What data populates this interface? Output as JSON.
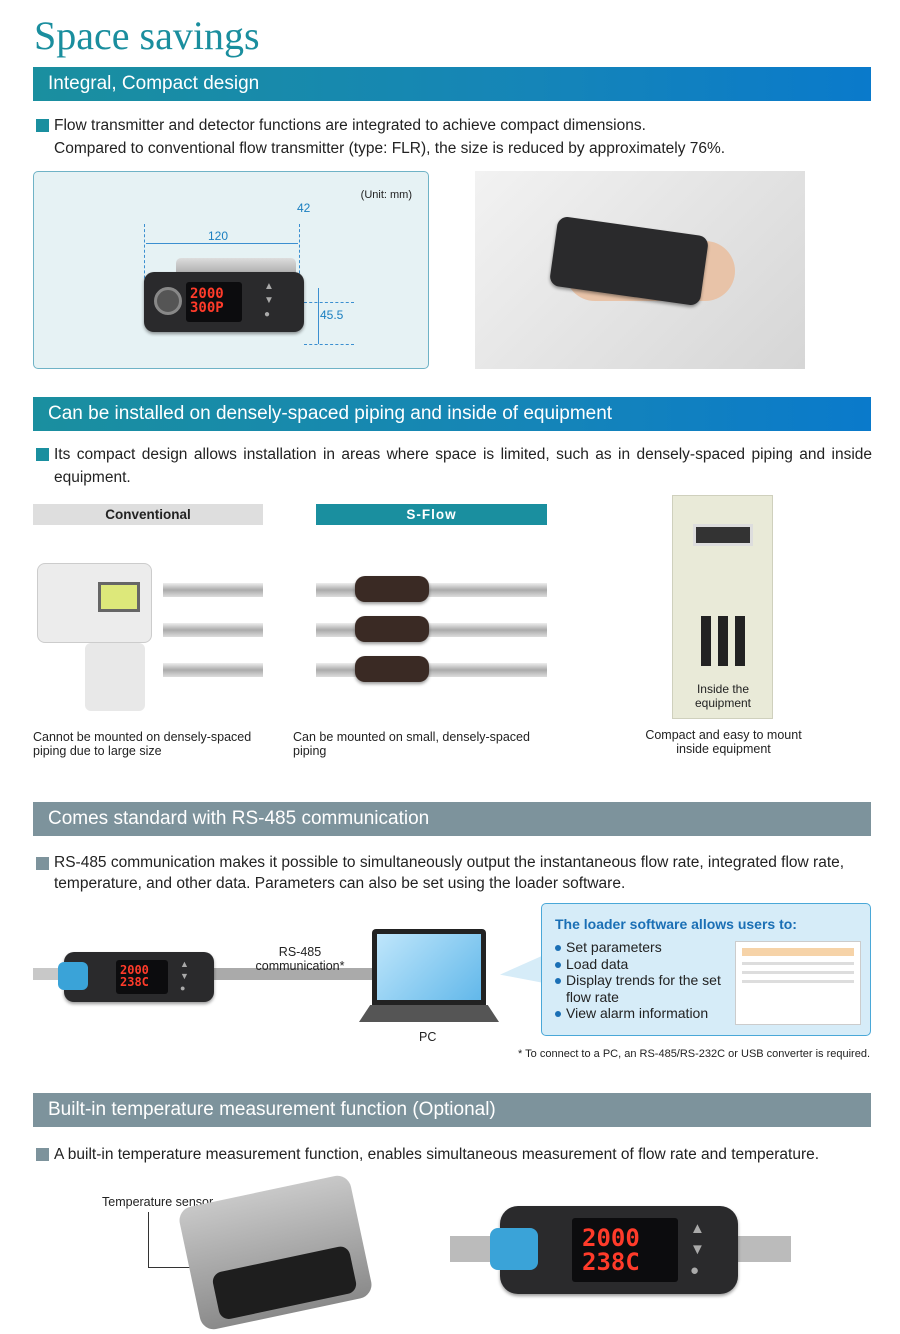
{
  "title": "Space savings",
  "sections": [
    {
      "heading": "Integral, Compact design",
      "text": "Flow transmitter and detector functions are integrated to achieve compact dimensions.\nCompared to conventional flow transmitter (type: FLR), the size is reduced by approximately 76%.",
      "unit": "(Unit: mm)",
      "dims": {
        "width": "120",
        "depth": "42",
        "height": "45.5"
      },
      "display": [
        "2000",
        "300P"
      ]
    },
    {
      "heading": "Can be installed on densely-spaced piping and inside of equipment",
      "text": "Its compact design allows installation in areas where space is limited, such as in densely-spaced piping and inside equipment.",
      "conventional_label": "Conventional",
      "sflow_label": "S-Flow",
      "conventional_caption": "Cannot be mounted on densely-spaced piping due to large size",
      "sflow_caption": "Can be mounted on small, densely-spaced piping",
      "equipment_label": "Inside the equipment",
      "equipment_caption": "Compact and easy to mount inside equipment"
    },
    {
      "heading": "Comes standard with RS-485 communication",
      "text": "RS-485 communication makes it possible to simultaneously output the instantaneous flow rate, integrated flow rate, temperature, and other data. Parameters can also be set using the loader software.",
      "link_label": "RS-485\ncommunication*",
      "pc_label": "PC",
      "box_title": "The loader software allows users to:",
      "box_items": [
        "Set parameters",
        "Load data",
        "Display trends for the set flow rate",
        "View alarm information"
      ],
      "footnote": "* To connect to a PC, an RS-485/RS-232C or USB converter is required.",
      "display": [
        "2000",
        "238C"
      ]
    },
    {
      "heading": "Built-in temperature measurement function (Optional)",
      "text": "A built-in temperature measurement function, enables simultaneous measurement of flow rate and temperature.",
      "sensor_label": "Temperature sensor",
      "display": [
        "2000",
        "238C"
      ]
    }
  ]
}
